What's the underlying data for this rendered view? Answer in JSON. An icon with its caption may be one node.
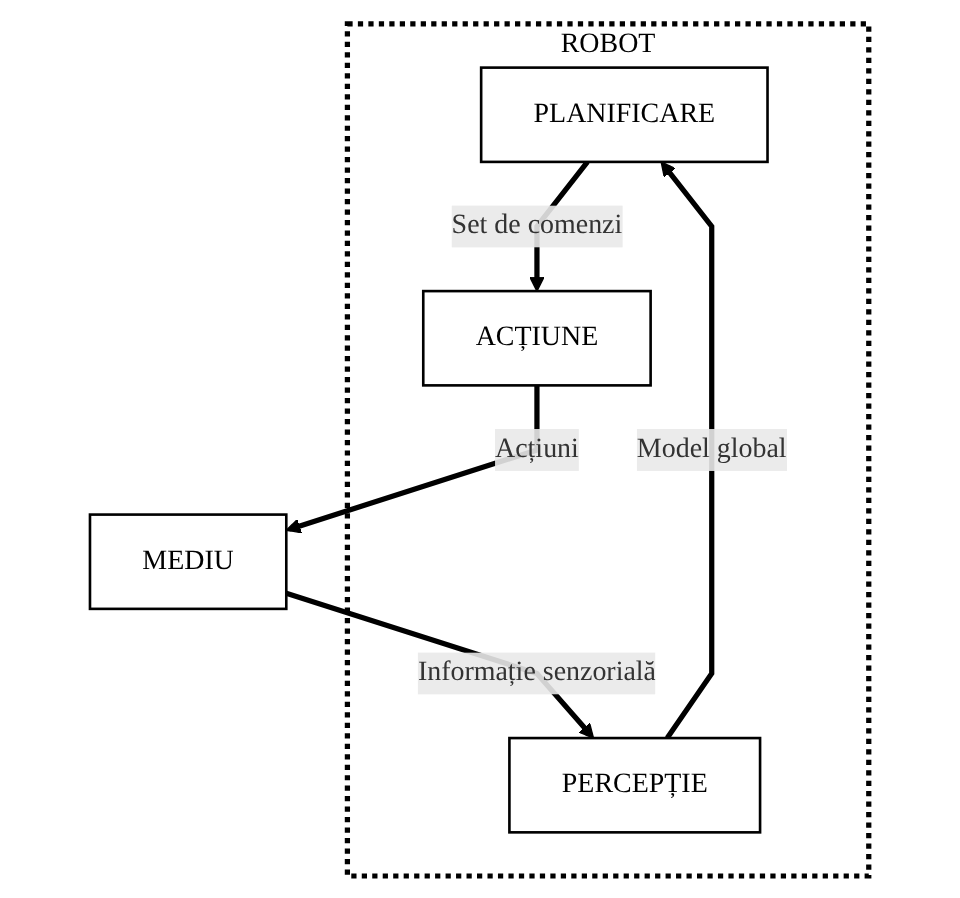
{
  "diagram": {
    "nodes": [
      {
        "text": [
          "ROBOT"
        ]
      },
      {
        "text": [
          "PLANIFICARE"
        ],
        "in": 0
      },
      {
        "text": [
          "PERCEPȚIE"
        ],
        "in": 0
      },
      {
        "text": [
          "ACȚIUNE"
        ],
        "in": 0
      },
      {
        "text": [
          "MEDIU"
        ]
      }
    ],
    "edges": [
      {
        "from": 2,
        "to": 1,
        "arrow": "to",
        "label": "Model global"
      },
      {
        "from": 1,
        "to": 3,
        "arrow": "to",
        "label": "Set de comenzi"
      },
      {
        "from": 3,
        "to": 4,
        "arrow": "to",
        "label": "Acțiuni"
      },
      {
        "from": 4,
        "to": 2,
        "arrow": "to",
        "label": "Informație senzorială"
      }
    ]
  }
}
